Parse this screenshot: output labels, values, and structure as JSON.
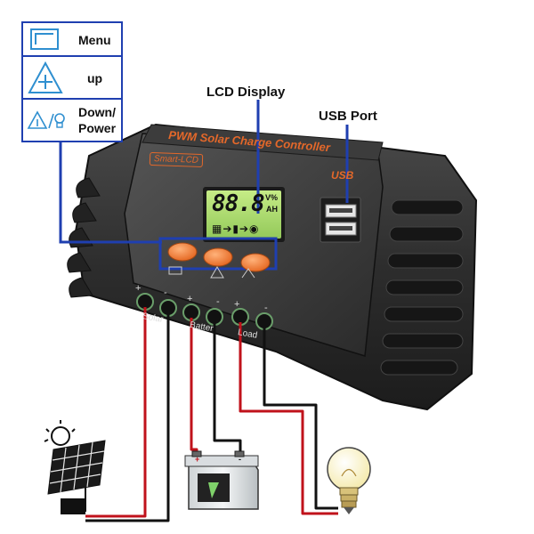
{
  "legend": {
    "rows": [
      {
        "icon": "menu-icon",
        "label": "Menu"
      },
      {
        "icon": "up-triangle-icon",
        "label": "up"
      },
      {
        "icon": "down-power-icon",
        "label_lines": [
          "Down/",
          "Power"
        ]
      }
    ]
  },
  "callouts": {
    "lcd_display": "LCD Display",
    "usb_port": "USB Port"
  },
  "controller": {
    "title": "PWM Solar Charge Controller",
    "badge": "Smart-LCD",
    "usb_logo": "USB",
    "lcd_digits": "88.8",
    "lcd_units_top": "V%",
    "lcd_units_bottom": "AH",
    "terminal_labels": [
      "Solar",
      "Batter",
      "Load"
    ],
    "polarity": [
      "+",
      "-",
      "+",
      "-",
      "+",
      "-"
    ]
  },
  "colors": {
    "accent_blue": "#1f3fb0",
    "case_dark": "#2b2b2b",
    "case_mid": "#3a3a3a",
    "button_orange": "#f07a2a",
    "title_orange": "#e4682a",
    "lcd_green": "#a7d86a",
    "wire_red": "#c0121b",
    "wire_black": "#111111"
  }
}
